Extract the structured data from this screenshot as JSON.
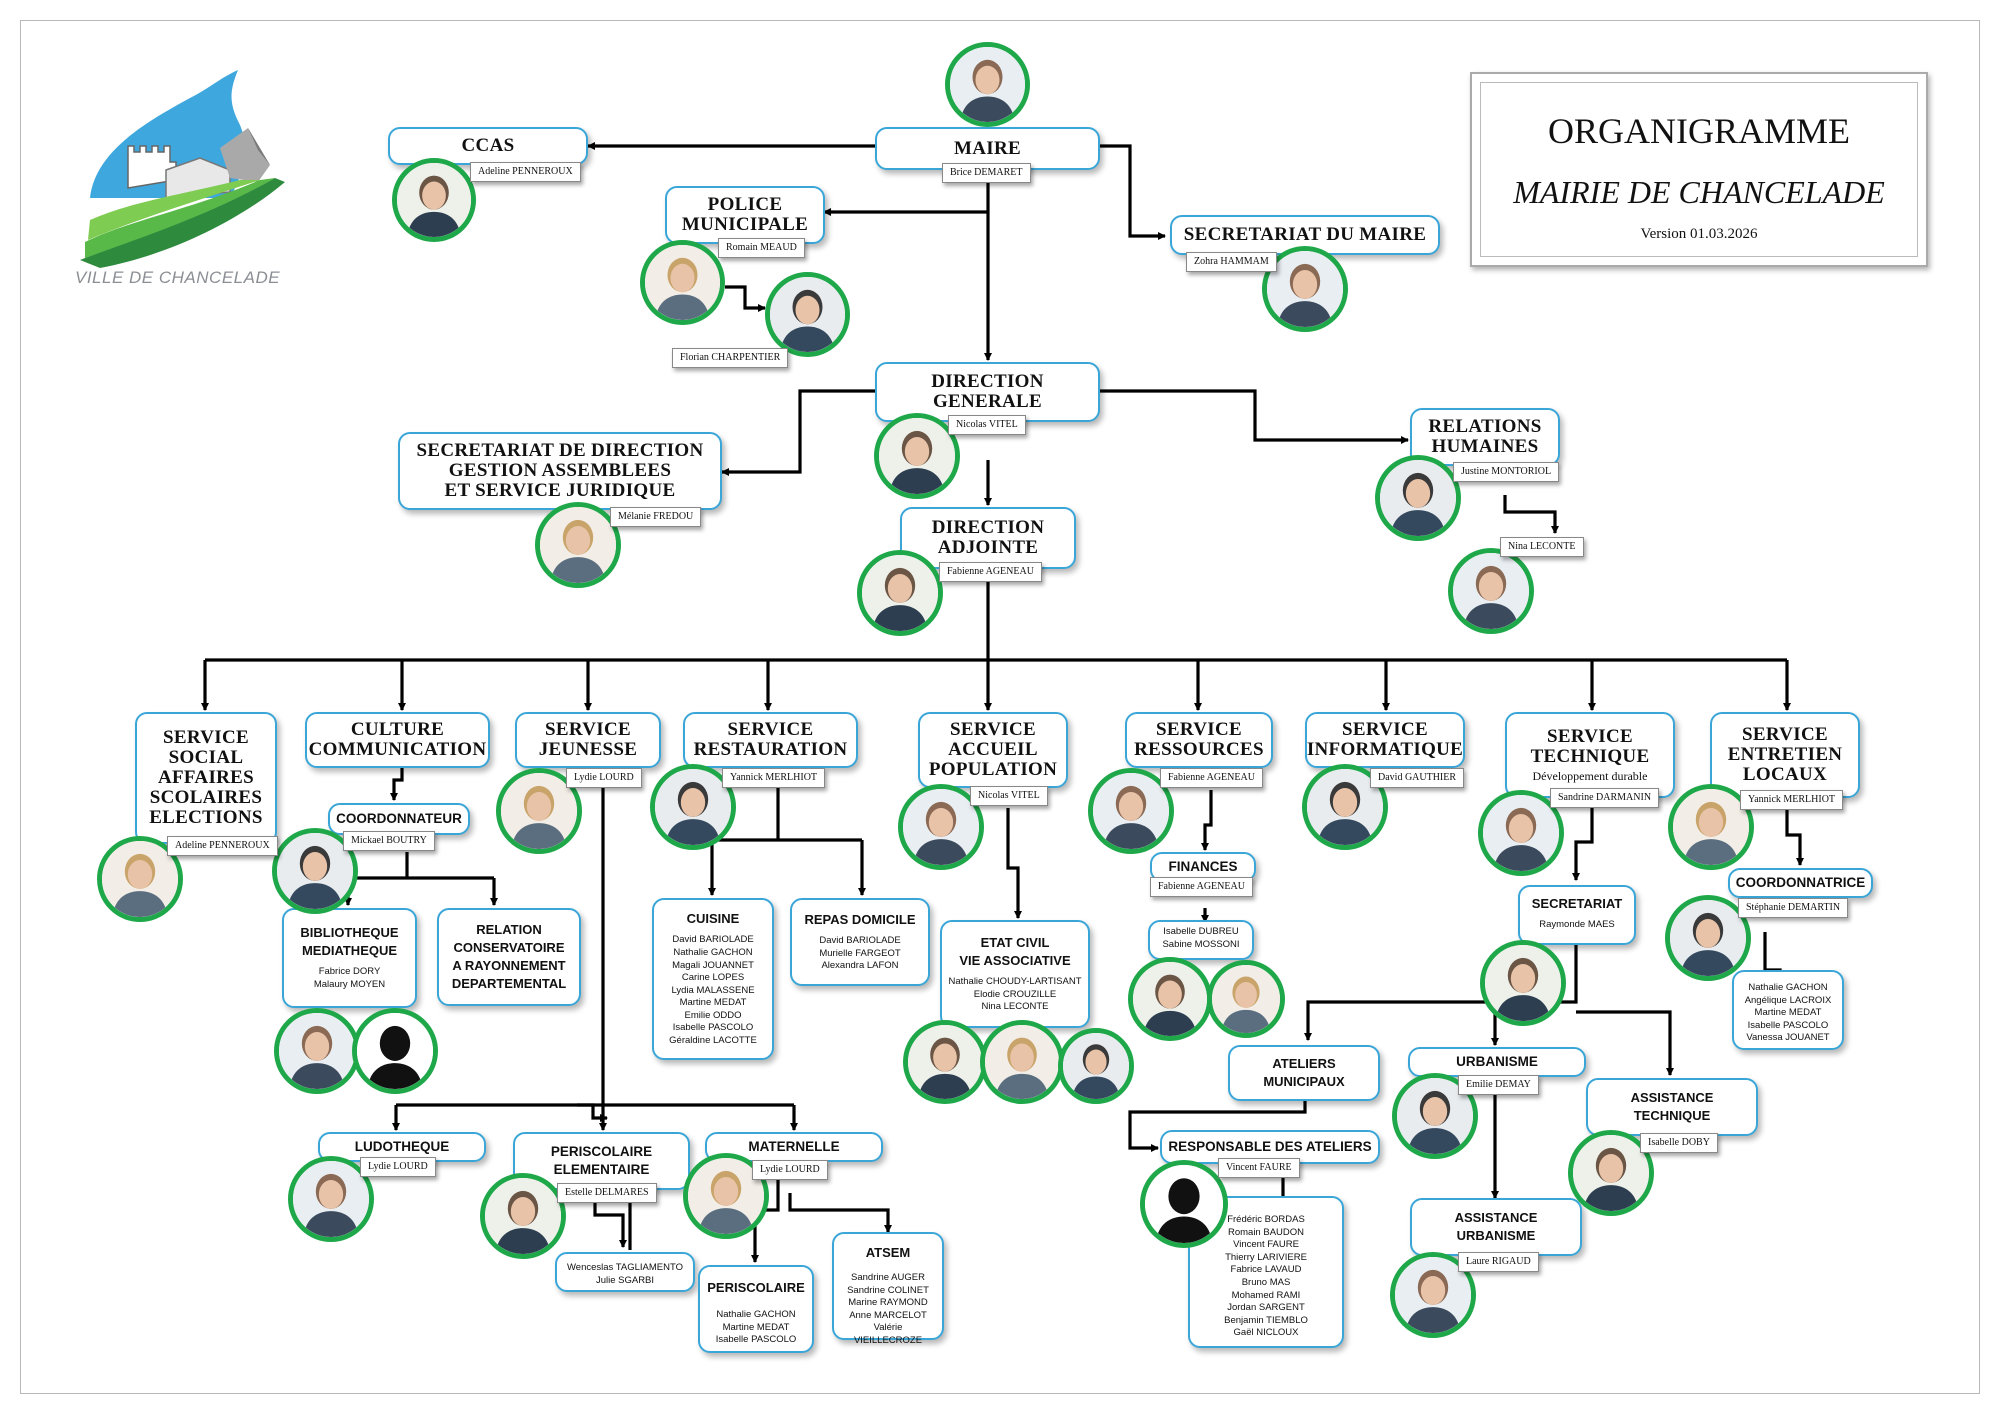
{
  "header": {
    "title": "ORGANIGRAMME",
    "subtitle": "MAIRIE DE CHANCELADE",
    "version": "Version 01.03.2026",
    "logo_text": "VILLE DE CHANCELADE"
  },
  "colors": {
    "box_border": "#3aa6d8",
    "photo_ring": "#1fa84a",
    "connector": "#000000"
  },
  "units": {
    "maire": {
      "title": "MAIRE",
      "name": "Brice DEMARET"
    },
    "ccas": {
      "title": "CCAS",
      "name": "Adeline PENNEROUX"
    },
    "police": {
      "title_1": "POLICE",
      "title_2": "MUNICIPALE",
      "name": "Romain MEAUD",
      "name_2": "Florian CHARPENTIER"
    },
    "secretariat_maire": {
      "title": "SECRETARIAT DU MAIRE",
      "name": "Zohra HAMMAM"
    },
    "direction_generale": {
      "title_1": "DIRECTION",
      "title_2": "GENERALE",
      "name": "Nicolas VITEL"
    },
    "secretariat_direction": {
      "title_1": "SECRETARIAT DE DIRECTION",
      "title_2": "GESTION ASSEMBLEES",
      "title_3": "ET SERVICE JURIDIQUE",
      "name": "Mélanie FREDOU"
    },
    "relations_humaines": {
      "title_1": "RELATIONS",
      "title_2": "HUMAINES",
      "name": "Justine MONTORIOL",
      "name_2": "Nina LECONTE"
    },
    "direction_adjointe": {
      "title_1": "DIRECTION",
      "title_2": "ADJOINTE",
      "name": "Fabienne AGENEAU"
    },
    "social": {
      "title_1": "SERVICE",
      "title_2": "SOCIAL",
      "title_3": "AFFAIRES",
      "title_4": "SCOLAIRES",
      "title_5": "ELECTIONS",
      "name": "Adeline PENNEROUX"
    },
    "culture": {
      "title_1": "CULTURE",
      "title_2": "COMMUNICATION"
    },
    "coordonnateur": {
      "title": "COORDONNATEUR",
      "name": "Mickael BOUTRY"
    },
    "bibliotheque": {
      "title_1": "BIBLIOTHEQUE",
      "title_2": "MEDIATHEQUE",
      "members": [
        "Fabrice DORY",
        "Malaury MOYEN"
      ]
    },
    "relation_conservatoire": {
      "title_1": "RELATION",
      "title_2": "CONSERVATOIRE",
      "title_3": "A RAYONNEMENT",
      "title_4": "DEPARTEMENTAL"
    },
    "jeunesse": {
      "title_1": "SERVICE",
      "title_2": "JEUNESSE",
      "name": "Lydie LOURD"
    },
    "restauration": {
      "title_1": "SERVICE",
      "title_2": "RESTAURATION",
      "name": "Yannick MERLHIOT"
    },
    "cuisine": {
      "title": "CUISINE",
      "members": [
        "David BARIOLADE",
        "Nathalie GACHON",
        "Magali JOUANNET",
        "Carine LOPES",
        "Lydia MALASSENE",
        "Martine MEDAT",
        "Emilie ODDO",
        "Isabelle PASCOLO",
        "Géraldine LACOTTE"
      ]
    },
    "repas_domicile": {
      "title": "REPAS DOMICILE",
      "members": [
        "David BARIOLADE",
        "Murielle FARGEOT",
        "Alexandra LAFON"
      ]
    },
    "accueil": {
      "title_1": "SERVICE",
      "title_2": "ACCUEIL",
      "title_3": "POPULATION",
      "name": "Nicolas VITEL"
    },
    "etat_civil": {
      "title_1": "ETAT CIVIL",
      "title_2": "VIE ASSOCIATIVE",
      "members": [
        "Nathalie CHOUDY-LARTISANT",
        "Elodie CROUZILLE",
        "Nina LECONTE"
      ]
    },
    "ressources": {
      "title_1": "SERVICE",
      "title_2": "RESSOURCES",
      "name": "Fabienne AGENEAU"
    },
    "finances": {
      "title": "FINANCES",
      "name": "Fabienne AGENEAU",
      "members": [
        "Isabelle DUBREU",
        "Sabine MOSSONI"
      ]
    },
    "informatique": {
      "title_1": "SERVICE",
      "title_2": "INFORMATIQUE",
      "name": "David GAUTHIER"
    },
    "technique": {
      "title_1": "SERVICE",
      "title_2": "TECHNIQUE",
      "subtitle": "Développement durable",
      "name": "Sandrine DARMANIN"
    },
    "secretariat_tech": {
      "title": "SECRETARIAT",
      "name": "Raymonde MAES"
    },
    "ateliers": {
      "title_1": "ATELIERS",
      "title_2": "MUNICIPAUX"
    },
    "responsable_ateliers": {
      "title": "RESPONSABLE DES ATELIERS",
      "name": "Vincent FAURE",
      "members": [
        "Frédéric BORDAS",
        "Romain BAUDON",
        "Vincent FAURE",
        "Thierry LARIVIERE",
        "Fabrice LAVAUD",
        "Bruno MAS",
        "Mohamed RAMI",
        "Jordan SARGENT",
        "Benjamin TIEMBLO",
        "Gaël NICLOUX"
      ]
    },
    "urbanisme": {
      "title": "URBANISME",
      "name": "Emilie DEMAY"
    },
    "assistance_urbanisme": {
      "title_1": "ASSISTANCE",
      "title_2": "URBANISME",
      "name": "Laure RIGAUD"
    },
    "assistance_technique": {
      "title_1": "ASSISTANCE",
      "title_2": "TECHNIQUE",
      "name": "Isabelle DOBY"
    },
    "entretien": {
      "title_1": "SERVICE",
      "title_2": "ENTRETIEN",
      "title_3": "LOCAUX",
      "name": "Yannick MERLHIOT"
    },
    "coordonnatrice": {
      "title": "COORDONNATRICE",
      "name": "Stéphanie DEMARTIN",
      "members": [
        "Nathalie GACHON",
        "Angélique LACROIX",
        "Martine MEDAT",
        "Isabelle PASCOLO",
        "Vanessa JOUANET"
      ]
    },
    "ludotheque": {
      "title": "LUDOTHEQUE",
      "name": "Lydie LOURD"
    },
    "periscolaire_elem": {
      "title_1": "PERISCOLAIRE",
      "title_2": "ELEMENTAIRE",
      "name": "Estelle DELMARES",
      "members": [
        "Wenceslas TAGLIAMENTO",
        "Julie SGARBI"
      ]
    },
    "maternelle": {
      "title": "MATERNELLE",
      "name": "Lydie LOURD"
    },
    "periscolaire": {
      "title": "PERISCOLAIRE",
      "members": [
        "Nathalie GACHON",
        "Martine MEDAT",
        "Isabelle PASCOLO"
      ]
    },
    "atsem": {
      "title": "ATSEM",
      "members": [
        "Sandrine AUGER",
        "Sandrine COLINET",
        "Marine RAYMOND",
        "Anne MARCELOT",
        "Valérie VIEILLECROZE"
      ]
    }
  }
}
